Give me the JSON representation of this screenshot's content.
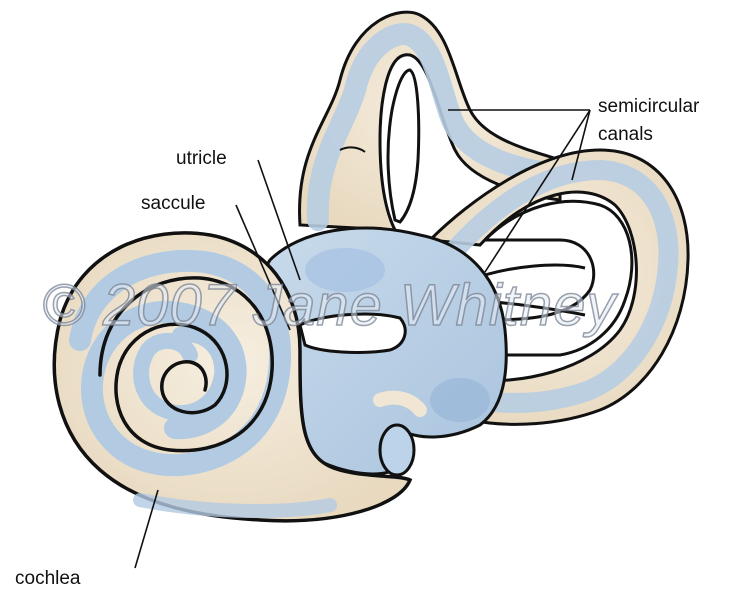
{
  "diagram": {
    "subject": "inner ear (labyrinth)",
    "labels": {
      "semicircular_line1": "semicircular",
      "semicircular_line2": "canals",
      "utricle": "utricle",
      "saccule": "saccule",
      "cochlea": "cochlea"
    },
    "watermark": "© 2007 Jane Whitney",
    "colors": {
      "outline": "#111111",
      "bone_beige": "#efe3cf",
      "membrane_blue": "#b9cfe3",
      "deep_blue": "#8fb0d6",
      "background": "#ffffff"
    }
  }
}
